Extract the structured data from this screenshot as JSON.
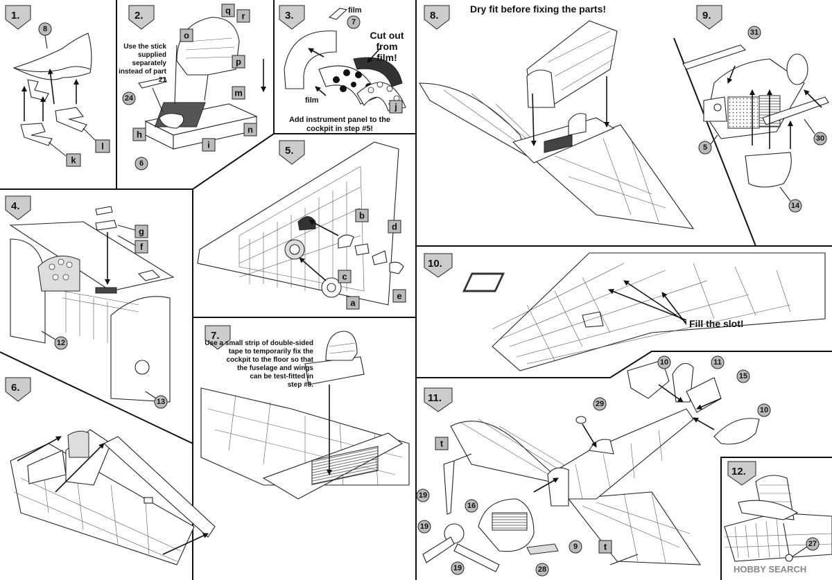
{
  "steps": [
    {
      "number": "1."
    },
    {
      "number": "2."
    },
    {
      "number": "3."
    },
    {
      "number": "4."
    },
    {
      "number": "5."
    },
    {
      "number": "6."
    },
    {
      "number": "7."
    },
    {
      "number": "8."
    },
    {
      "number": "9."
    },
    {
      "number": "10."
    },
    {
      "number": "11."
    },
    {
      "number": "12."
    }
  ],
  "notes": {
    "step2_stick": [
      "Use the stick",
      "supplied",
      "separately",
      "instead of part",
      "21"
    ],
    "step3_cutout": [
      "Cut out",
      "from",
      "film!"
    ],
    "step3_film_top": "film",
    "step3_film_left": "film",
    "step3_panel": [
      "Add instrument panel to the",
      "cockpit in step #5!"
    ],
    "step7_tape": [
      "Use a small strip of double-sided",
      "tape to temporarily fix the",
      "cockpit to the floor so that",
      "the fuselage and wings",
      "can be test-fitted in",
      "step #8."
    ],
    "step8_dryfit": "Dry fit before fixing the parts!",
    "step10_slot": "Fill the slot!"
  },
  "parts": {
    "p8": "8",
    "k": "k",
    "l": "l",
    "p24": "24",
    "p6": "6",
    "h": "h",
    "i": "i",
    "m": "m",
    "n": "n",
    "o": "o",
    "p": "p",
    "q": "q",
    "r": "r",
    "p7": "7",
    "j": "j",
    "g": "g",
    "f": "f",
    "p12": "12",
    "p13": "13",
    "b": "b",
    "c": "c",
    "d": "d",
    "e": "e",
    "a": "a",
    "p31": "31",
    "p5": "5",
    "p30": "30",
    "p14": "14",
    "p10a": "10",
    "p11": "11",
    "p15": "15",
    "p10b": "10",
    "p29": "29",
    "t1": "t",
    "t2": "t",
    "p19a": "19",
    "p16": "16",
    "p19b": "19",
    "p19c": "19",
    "p28": "28",
    "p9": "9",
    "p27": "27"
  },
  "watermark": "HOBBY SEARCH"
}
